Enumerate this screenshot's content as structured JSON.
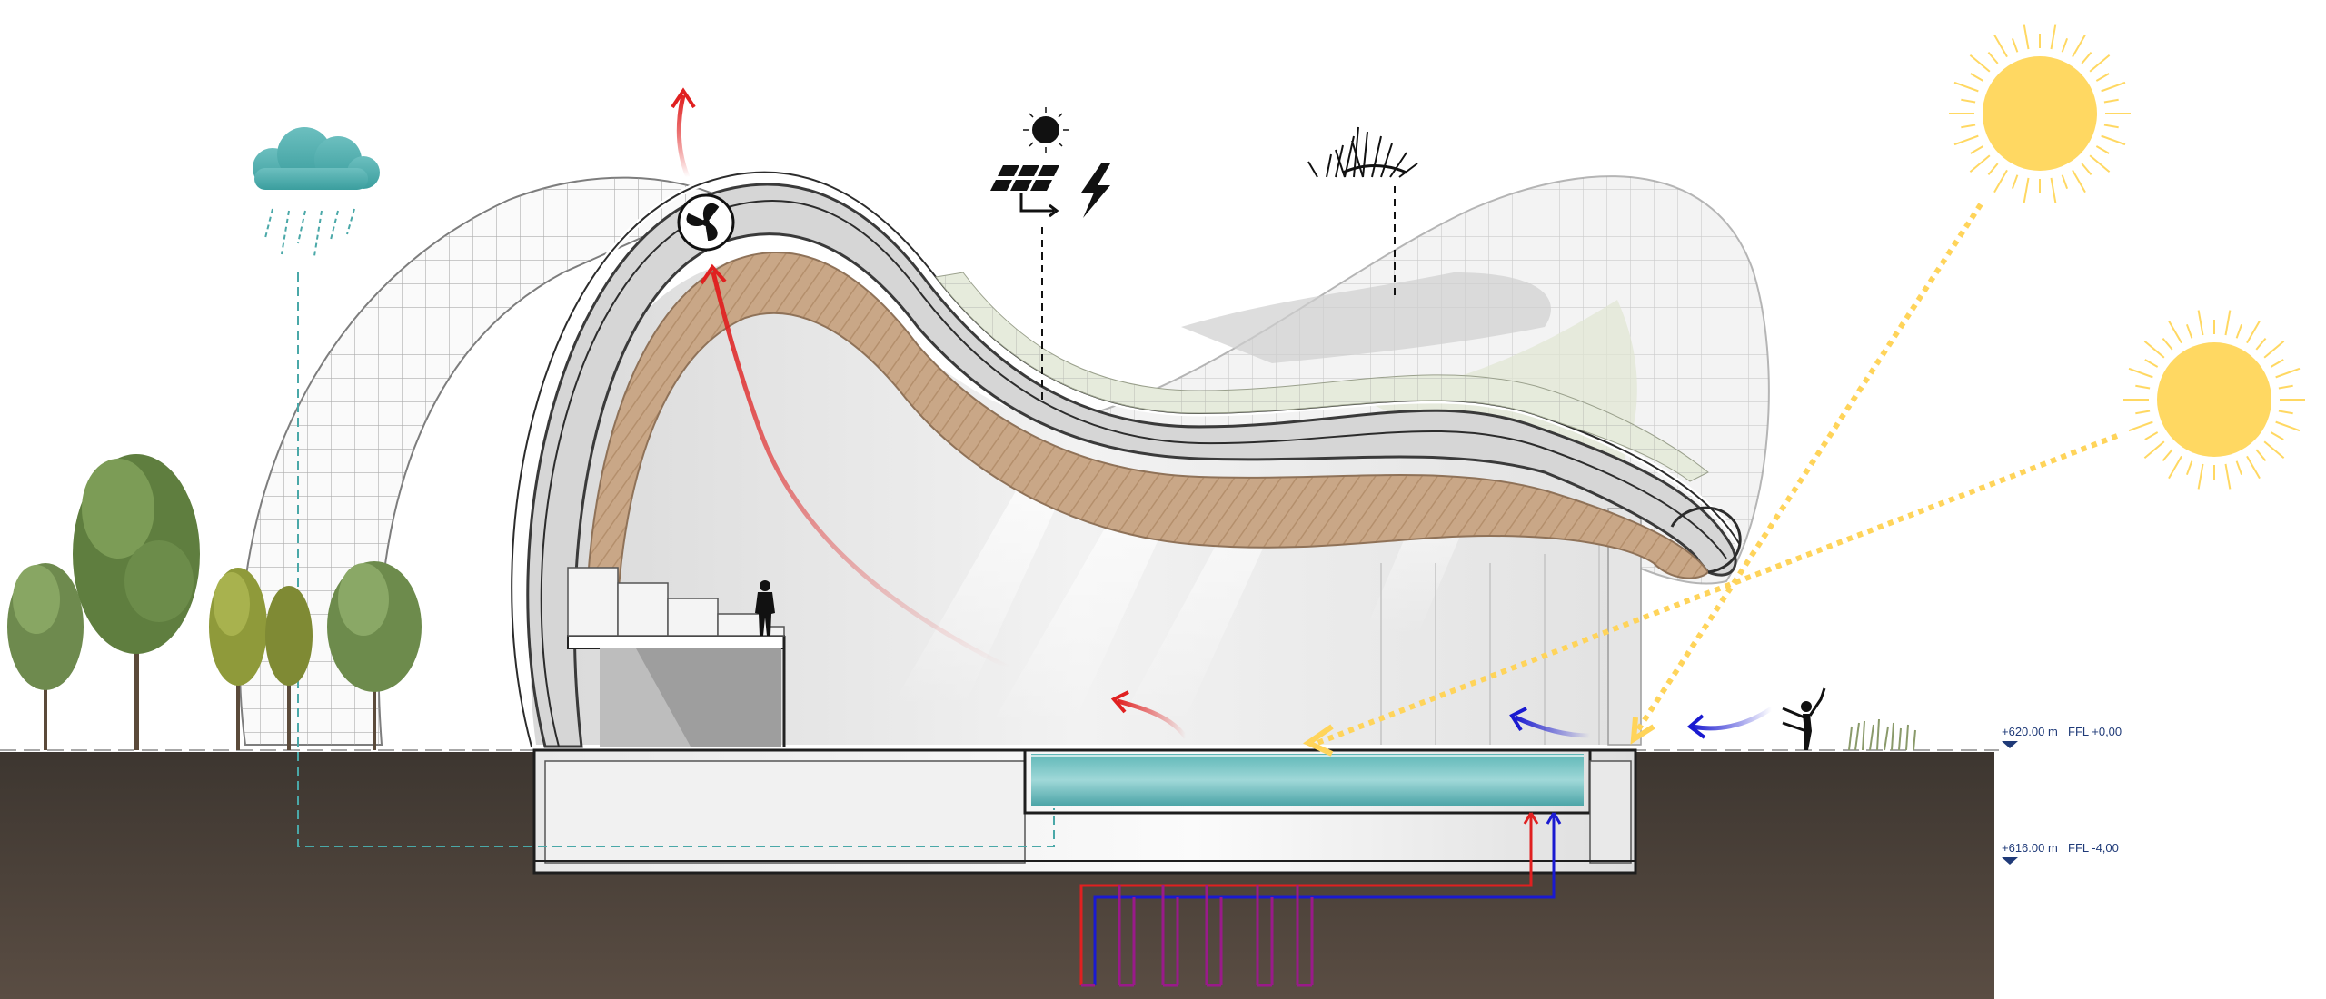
{
  "levels": [
    {
      "elevation": "+620.00 m",
      "ffl": "FFL +0,00"
    },
    {
      "elevation": "+616.00 m",
      "ffl": "FFL -4,00"
    }
  ],
  "icons": {
    "rain": "rain-cloud-icon",
    "fan": "fan-icon",
    "sun_small": "sun-icon",
    "solar_panel": "solar-panel-icon",
    "lightning": "lightning-icon",
    "grass": "grass-icon",
    "sun_high": "sun-icon",
    "sun_low": "sun-icon",
    "person": "person-icon",
    "dancer": "dancer-icon",
    "tree": "tree-icon"
  },
  "colors": {
    "sun": "#ffd862",
    "sun_ray": "#ffd45a",
    "rain": "#4aa8a8",
    "hot_air": "#e02020",
    "cool_air": "#1a1ad0",
    "ground": "#3d3630",
    "pool_water": "#79c7c7",
    "roof_wood": "#c9a787",
    "level_text": "#1f3a78"
  }
}
